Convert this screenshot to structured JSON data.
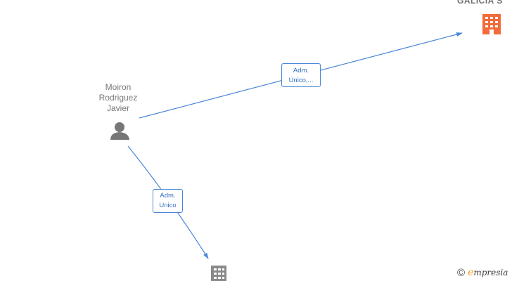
{
  "nodes": {
    "person": {
      "name": "Moiron\nRodriguez\nJavier",
      "icon": "person-icon",
      "color": "#777777"
    },
    "company_top": {
      "name": "GALICIA  S",
      "icon": "building-icon",
      "color": "#f26b3a"
    },
    "company_bottom": {
      "name": "",
      "icon": "building-icon",
      "color": "#8a8a8a"
    }
  },
  "edges": [
    {
      "from": "person",
      "to": "company_top",
      "label": "Adm.\nUnico,..."
    },
    {
      "from": "person",
      "to": "company_bottom",
      "label": "Adm.\nUnico"
    }
  ],
  "edge_color": "#4a86d8",
  "watermark": {
    "symbol": "©",
    "brand_initial": "e",
    "brand_rest": "mpresia"
  }
}
